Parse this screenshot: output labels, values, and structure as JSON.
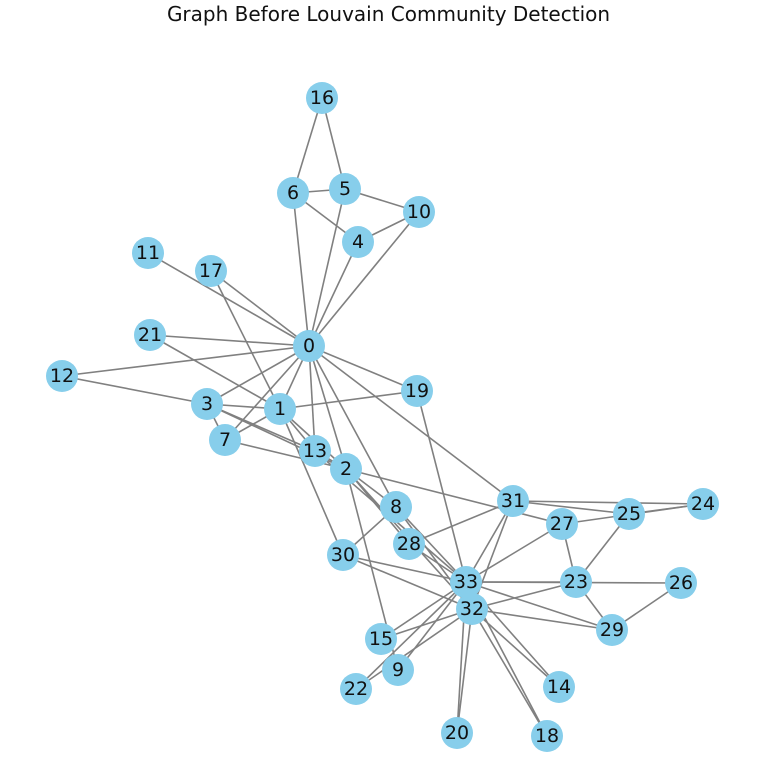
{
  "title": "Graph Before Louvain Community Detection",
  "colors": {
    "node_fill": "#87ceeb",
    "edge_stroke": "#808080",
    "label_text": "#111111",
    "background": "#ffffff"
  },
  "nodes": [
    {
      "id": 0,
      "label": "0"
    },
    {
      "id": 1,
      "label": "1"
    },
    {
      "id": 2,
      "label": "2"
    },
    {
      "id": 3,
      "label": "3"
    },
    {
      "id": 4,
      "label": "4"
    },
    {
      "id": 5,
      "label": "5"
    },
    {
      "id": 6,
      "label": "6"
    },
    {
      "id": 7,
      "label": "7"
    },
    {
      "id": 8,
      "label": "8"
    },
    {
      "id": 9,
      "label": "9"
    },
    {
      "id": 10,
      "label": "10"
    },
    {
      "id": 11,
      "label": "11"
    },
    {
      "id": 12,
      "label": "12"
    },
    {
      "id": 13,
      "label": "13"
    },
    {
      "id": 14,
      "label": "14"
    },
    {
      "id": 15,
      "label": "15"
    },
    {
      "id": 16,
      "label": "16"
    },
    {
      "id": 17,
      "label": "17"
    },
    {
      "id": 18,
      "label": "18"
    },
    {
      "id": 19,
      "label": "19"
    },
    {
      "id": 20,
      "label": "20"
    },
    {
      "id": 21,
      "label": "21"
    },
    {
      "id": 22,
      "label": "22"
    },
    {
      "id": 23,
      "label": "23"
    },
    {
      "id": 24,
      "label": "24"
    },
    {
      "id": 25,
      "label": "25"
    },
    {
      "id": 26,
      "label": "26"
    },
    {
      "id": 27,
      "label": "27"
    },
    {
      "id": 28,
      "label": "28"
    },
    {
      "id": 29,
      "label": "29"
    },
    {
      "id": 30,
      "label": "30"
    },
    {
      "id": 31,
      "label": "31"
    },
    {
      "id": 32,
      "label": "32"
    },
    {
      "id": 33,
      "label": "33"
    }
  ],
  "edges": [
    [
      0,
      1
    ],
    [
      0,
      2
    ],
    [
      0,
      3
    ],
    [
      0,
      4
    ],
    [
      0,
      5
    ],
    [
      0,
      6
    ],
    [
      0,
      7
    ],
    [
      0,
      8
    ],
    [
      0,
      10
    ],
    [
      0,
      11
    ],
    [
      0,
      12
    ],
    [
      0,
      13
    ],
    [
      0,
      17
    ],
    [
      0,
      19
    ],
    [
      0,
      21
    ],
    [
      0,
      31
    ],
    [
      1,
      2
    ],
    [
      1,
      3
    ],
    [
      1,
      7
    ],
    [
      1,
      13
    ],
    [
      1,
      17
    ],
    [
      1,
      19
    ],
    [
      1,
      21
    ],
    [
      1,
      30
    ],
    [
      2,
      3
    ],
    [
      2,
      7
    ],
    [
      2,
      8
    ],
    [
      2,
      9
    ],
    [
      2,
      13
    ],
    [
      2,
      27
    ],
    [
      2,
      28
    ],
    [
      2,
      32
    ],
    [
      3,
      7
    ],
    [
      3,
      12
    ],
    [
      3,
      13
    ],
    [
      4,
      6
    ],
    [
      4,
      10
    ],
    [
      5,
      6
    ],
    [
      5,
      10
    ],
    [
      5,
      16
    ],
    [
      6,
      16
    ],
    [
      8,
      30
    ],
    [
      8,
      32
    ],
    [
      8,
      33
    ],
    [
      9,
      33
    ],
    [
      13,
      33
    ],
    [
      14,
      32
    ],
    [
      14,
      33
    ],
    [
      15,
      32
    ],
    [
      15,
      33
    ],
    [
      18,
      32
    ],
    [
      18,
      33
    ],
    [
      19,
      33
    ],
    [
      20,
      32
    ],
    [
      20,
      33
    ],
    [
      22,
      32
    ],
    [
      22,
      33
    ],
    [
      23,
      25
    ],
    [
      23,
      27
    ],
    [
      23,
      29
    ],
    [
      23,
      32
    ],
    [
      23,
      33
    ],
    [
      24,
      25
    ],
    [
      24,
      27
    ],
    [
      24,
      31
    ],
    [
      25,
      31
    ],
    [
      26,
      29
    ],
    [
      26,
      33
    ],
    [
      27,
      33
    ],
    [
      28,
      31
    ],
    [
      28,
      33
    ],
    [
      29,
      32
    ],
    [
      29,
      33
    ],
    [
      30,
      32
    ],
    [
      30,
      33
    ],
    [
      31,
      32
    ],
    [
      31,
      33
    ],
    [
      32,
      33
    ]
  ]
}
